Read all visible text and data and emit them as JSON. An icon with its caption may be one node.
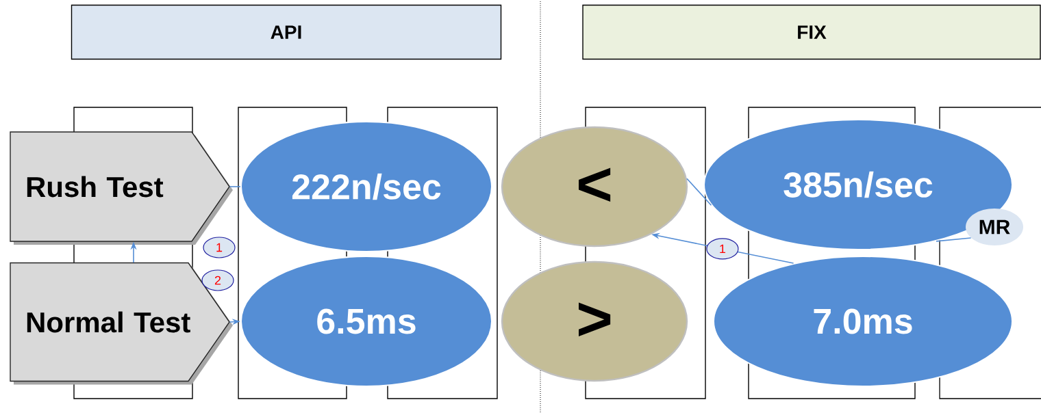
{
  "diagram": {
    "nodes": [
      {
        "text": [
          "API"
        ]
      },
      {
        "text": [
          "FIX"
        ]
      },
      {
        "text": [
          "Rush Test"
        ]
      },
      {
        "text": [
          "Normal Test"
        ]
      },
      {
        "text": [
          "1"
        ]
      },
      {
        "text": [
          "2"
        ]
      },
      {
        "text": [
          "222n/sec"
        ]
      },
      {
        "text": [
          "6.5ms"
        ]
      },
      {
        "text": [
          "<"
        ]
      },
      {
        "text": [
          ">"
        ]
      },
      {
        "text": [
          "385n/sec"
        ]
      },
      {
        "text": [
          "7.0ms"
        ]
      },
      {
        "text": [
          "MR"
        ]
      }
    ],
    "edges": [
      {
        "from": 3,
        "to": 2,
        "arrow": "to"
      },
      {
        "from": 2,
        "to": 6,
        "arrow": "none"
      },
      {
        "from": 3,
        "to": 7,
        "arrow": "to"
      },
      {
        "from": 8,
        "to": 10,
        "arrow": "none"
      },
      {
        "from": 11,
        "to": 8,
        "arrow": "to",
        "label": "1"
      },
      {
        "from": 12,
        "to": 10,
        "arrow": "none"
      }
    ]
  }
}
